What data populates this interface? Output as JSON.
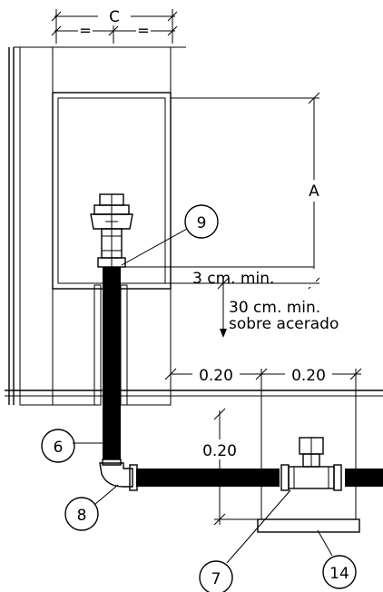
{
  "dimensions": {
    "c_label": "C",
    "equal_left": "=",
    "equal_right": "=",
    "a_label": "A",
    "three_cm": "3  cm. min.",
    "thirty_cm_line1": "30  cm. min.",
    "thirty_cm_line2": "sobre  acerado",
    "d020_left": "0.20",
    "d020_right": "0.20",
    "d020_vertical": "0.20"
  },
  "callouts": [
    {
      "num": "9"
    },
    {
      "num": "6"
    },
    {
      "num": "8"
    },
    {
      "num": "7"
    },
    {
      "num": "14"
    }
  ],
  "colors": {
    "line": "#000000",
    "pipe": "#000000",
    "background": "#ffffff"
  }
}
